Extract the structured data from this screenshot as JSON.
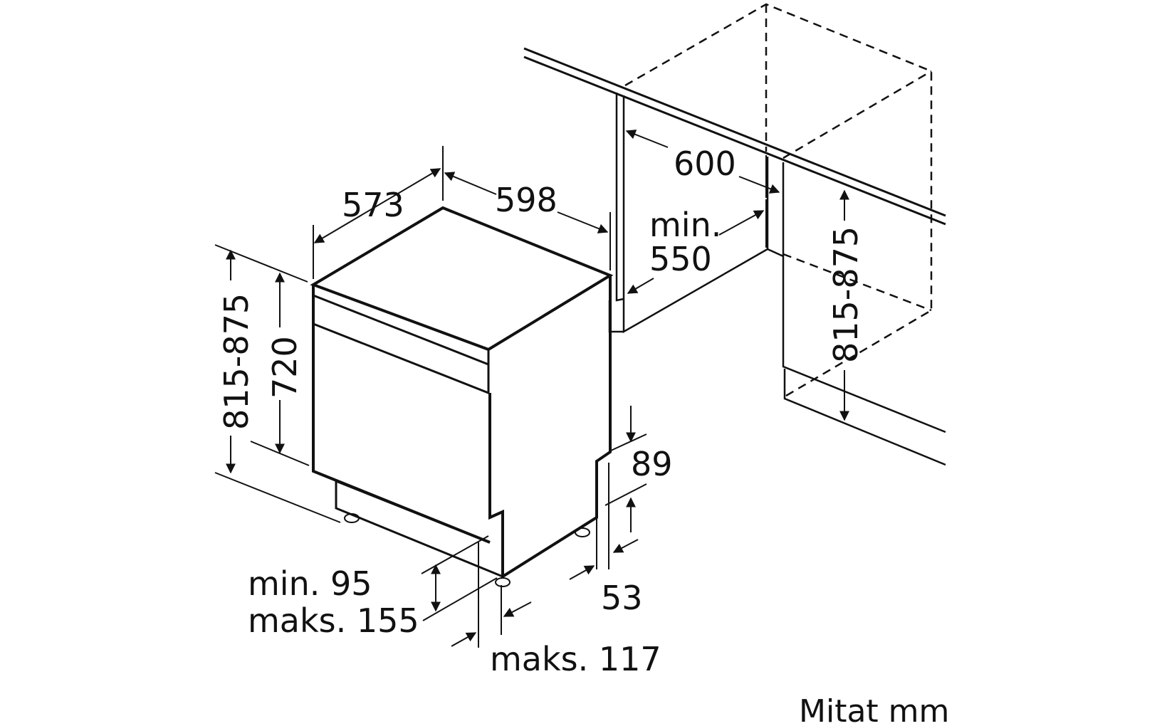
{
  "labels": {
    "width_573": "573",
    "width_598": "598",
    "depth_600": "600",
    "min_line": "min.",
    "min_value": "550",
    "height_left": "815-875",
    "height_720": "720",
    "height_89": "89",
    "height_53": "53",
    "min_95": "min. 95",
    "maks_155": "maks. 155",
    "maks_117": "maks. 117",
    "height_right": "815-875",
    "unit": "Mitat mm"
  },
  "colors": {
    "line": "#111111",
    "background": "#ffffff"
  }
}
